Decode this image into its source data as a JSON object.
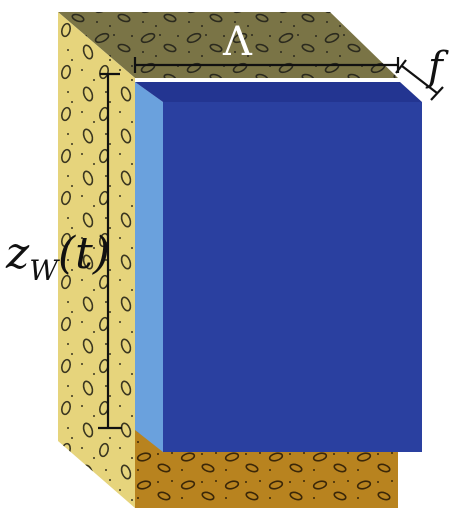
{
  "labels": {
    "lambda": "Λ",
    "f": "f",
    "z_main": "z",
    "z_sub": "W",
    "z_args": "(t)"
  },
  "colors": {
    "soil_top": "#7a7446",
    "soil_left": "#e6d47c",
    "soil_bottom": "#b8831f",
    "block_front": "#2a40a0",
    "block_top": "#233591",
    "block_side": "#6aa1dd",
    "dimension_line": "#111111"
  }
}
